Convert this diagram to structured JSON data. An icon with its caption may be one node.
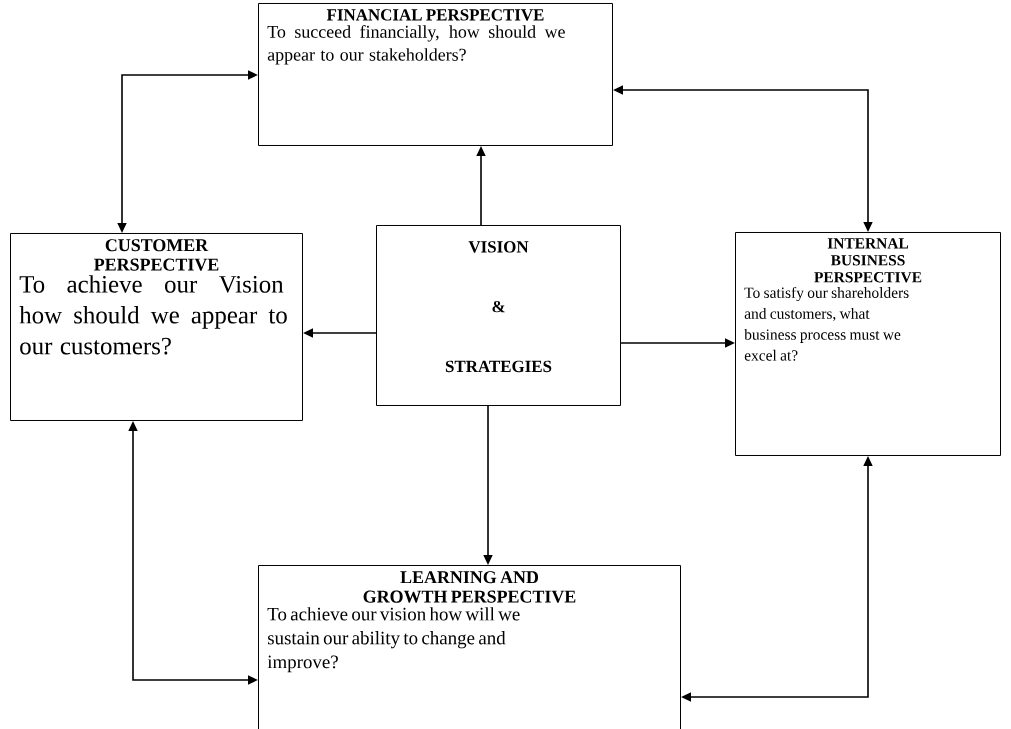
{
  "diagram": {
    "nodes": [
      {
        "text": [
          "FINANCIAL PERSPECTIVE",
          "To succeed financially, how should we appear to our stakeholders?"
        ]
      },
      {
        "text": [
          "CUSTOMER PERSPECTIVE",
          "To achieve our Vision how should we appear to our customers?"
        ]
      },
      {
        "text": [
          "VISION & STRATEGIES"
        ]
      },
      {
        "text": [
          "INTERNAL BUSINESS PERSPECTIVE",
          "To satisfy our shareholders and customers, what business process must we excel at?"
        ]
      },
      {
        "text": [
          "LEARNING AND GROWTH PERSPECTIVE",
          "To achieve our vision how will we sustain our ability to change and improve?"
        ]
      }
    ],
    "edges": [
      {
        "from": 2,
        "to": 0,
        "arrow": "to"
      },
      {
        "from": 2,
        "to": 1,
        "arrow": "to"
      },
      {
        "from": 2,
        "to": 3,
        "arrow": "to"
      },
      {
        "from": 2,
        "to": 4,
        "arrow": "to"
      },
      {
        "from": 1,
        "to": 0,
        "arrow": "both"
      },
      {
        "from": 0,
        "to": 3,
        "arrow": "both"
      },
      {
        "from": 1,
        "to": 4,
        "arrow": "both"
      },
      {
        "from": 4,
        "to": 3,
        "arrow": "both"
      }
    ]
  }
}
